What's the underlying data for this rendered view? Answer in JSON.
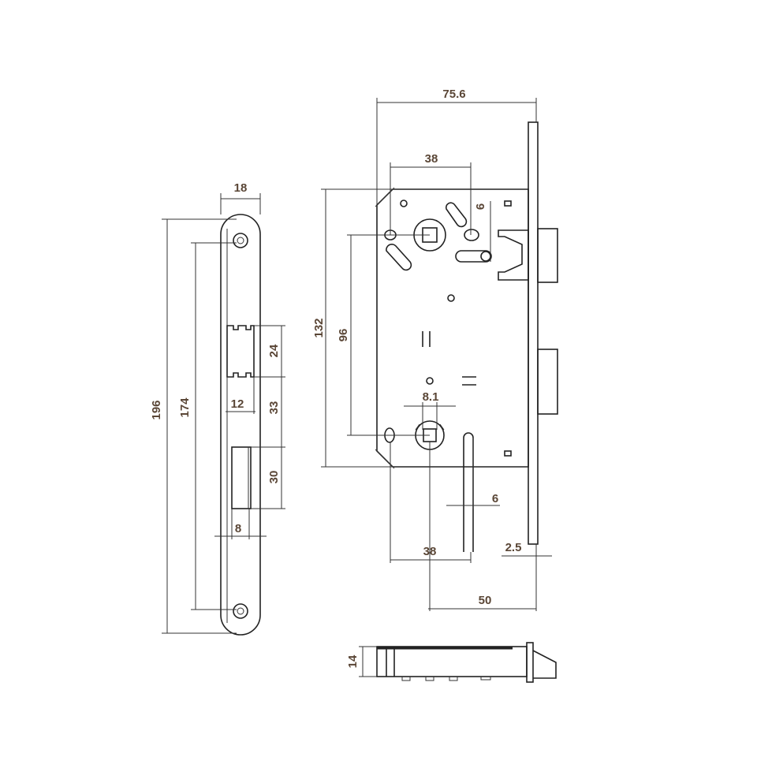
{
  "dimensions": {
    "faceplate": {
      "width": "18",
      "total_length": "196",
      "screw_spacing": "174",
      "latch_cutout_height": "24",
      "cutout_gap": "33",
      "bolt_cutout_height": "30",
      "latch_cutout_width": "12",
      "bolt_cutout_width": "8"
    },
    "lock_body": {
      "overall_width": "75.6",
      "top_spacing": "38",
      "body_height": "132",
      "center_distance": "96",
      "latch_offset": "6",
      "cylinder_width": "8.1",
      "slot_width": "6",
      "bottom_spacing": "38",
      "faceplate_thickness": "2.5",
      "backset": "50"
    },
    "side_view": {
      "thickness": "14"
    }
  },
  "colors": {
    "line": "#222222",
    "label": "#5a4636"
  }
}
